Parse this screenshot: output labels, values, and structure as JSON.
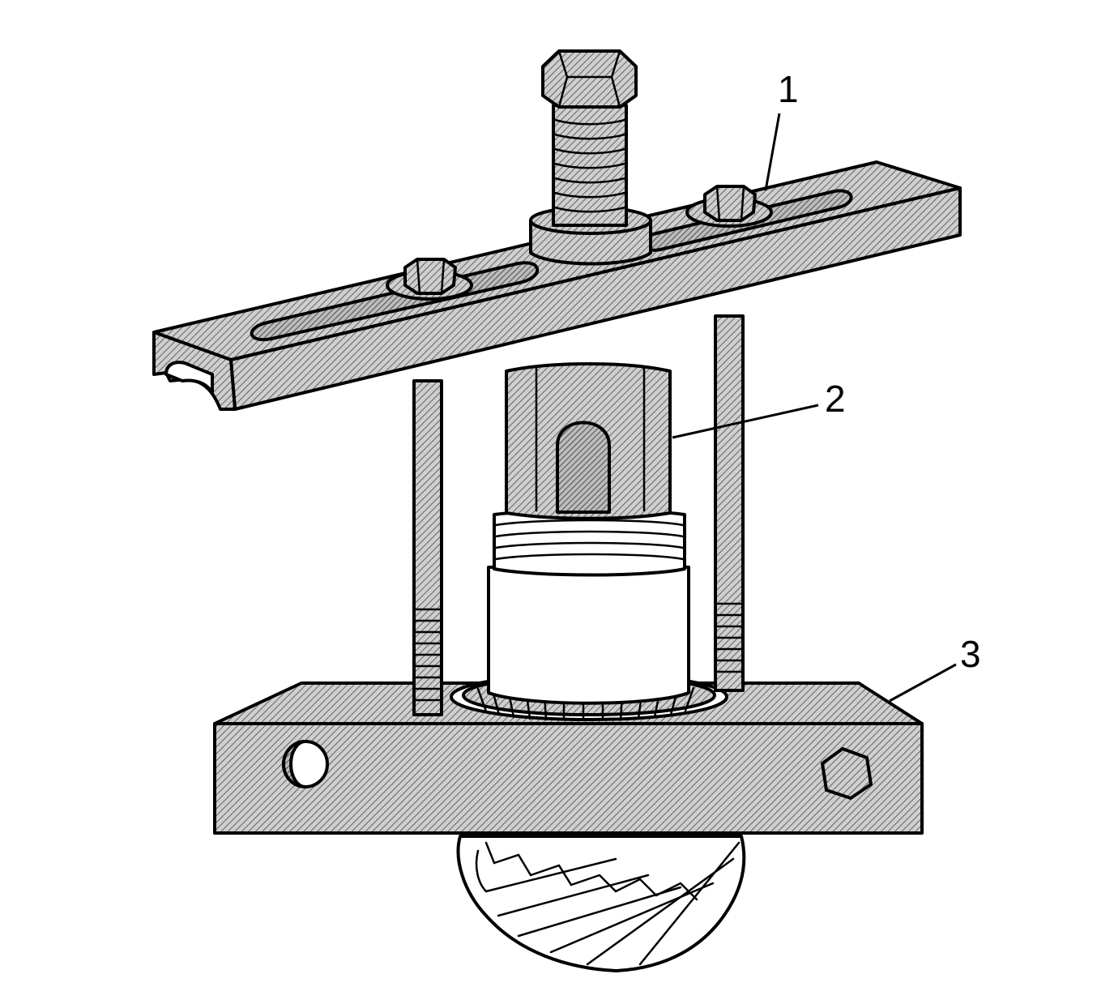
{
  "callouts": [
    {
      "id": "1",
      "label": "1"
    },
    {
      "id": "2",
      "label": "2"
    },
    {
      "id": "3",
      "label": "3"
    }
  ],
  "colors": {
    "background": "#ffffff",
    "outline": "#000000",
    "hatch_base": "#cfcfcf",
    "hatch_line": "#6a6a6a",
    "plain_fill": "#ffffff"
  }
}
